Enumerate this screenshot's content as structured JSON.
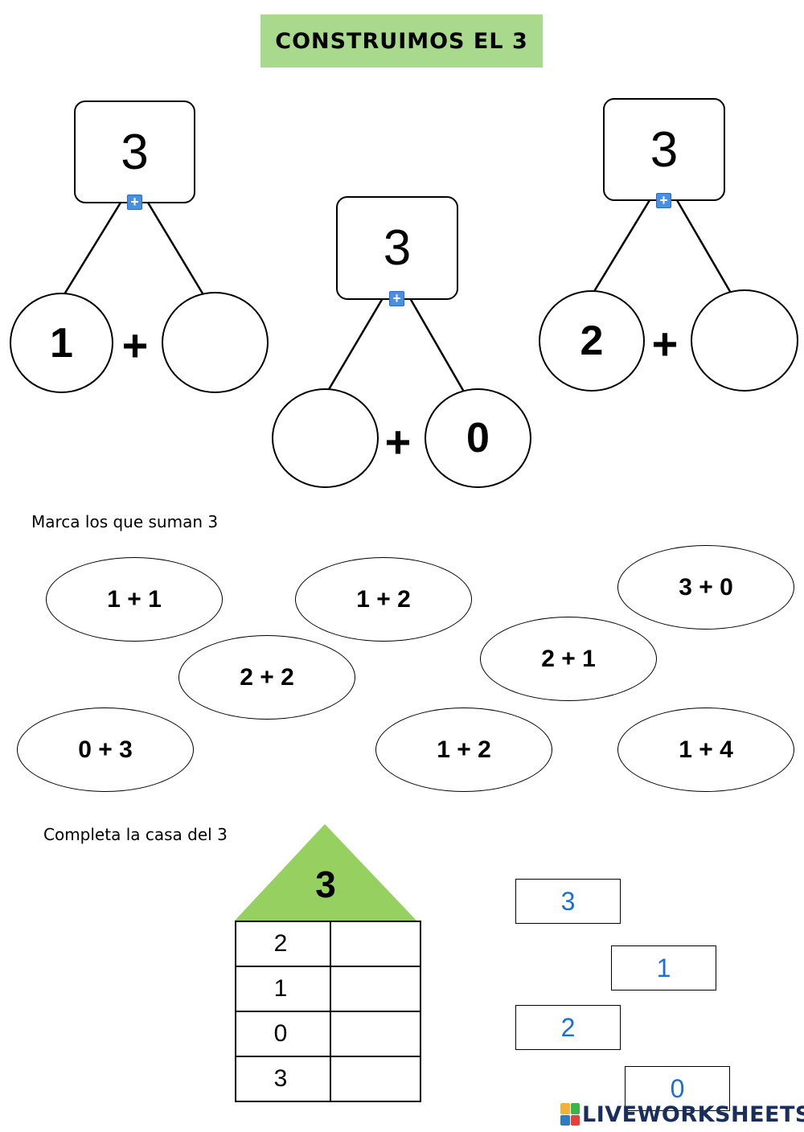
{
  "title": "CONSTRUIMOS EL 3",
  "bonds": [
    {
      "top": "3",
      "left": "1",
      "right": "",
      "op": "+"
    },
    {
      "top": "3",
      "left": "",
      "right": "0",
      "op": "+"
    },
    {
      "top": "3",
      "left": "2",
      "right": "",
      "op": "+"
    }
  ],
  "section1": {
    "instruction": "Marca los que suman 3",
    "options": [
      "1 + 1",
      "1 + 2",
      "3 + 0",
      "2 + 1",
      "2 + 2",
      "0 + 3",
      "1 + 2",
      "1 + 4"
    ]
  },
  "section2": {
    "instruction": "Completa la casa del 3",
    "roof": "3",
    "rows": [
      "2",
      "1",
      "0",
      "3"
    ],
    "answers": [
      "3",
      "1",
      "2",
      "0"
    ]
  },
  "logo": {
    "text": "LIVEWORKSHEETS",
    "colors": [
      "#f2b138",
      "#3bb54a",
      "#2f7cc0",
      "#e5413a"
    ]
  }
}
